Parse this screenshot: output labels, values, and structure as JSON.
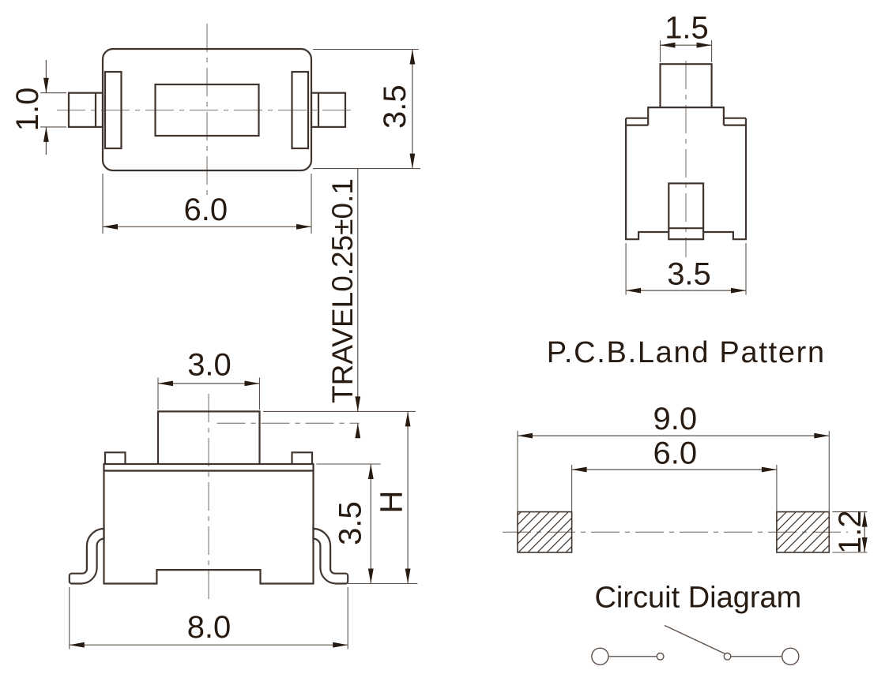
{
  "drawing_type": "tact-switch-dimensional-drawing",
  "colors": {
    "background": "#ffffff",
    "line": "#3f352e",
    "dim": "#5d5149",
    "center": "#938c86",
    "ink": "#281b12"
  },
  "views": {
    "top_view": {
      "dims": {
        "pin_width": "1.0",
        "body_width": "6.0",
        "body_height": "3.5"
      }
    },
    "front_view": {
      "dims": {
        "travel": "TRAVEL0.25±0.1",
        "button_width": "3.0",
        "body_height": "3.5",
        "total_height": "H",
        "overall_width": "8.0"
      }
    },
    "side_view": {
      "dims": {
        "button_width": "1.5",
        "body_width": "3.5"
      }
    },
    "land_pattern": {
      "title": "P.C.B.Land Pattern",
      "dims": {
        "outer_span": "9.0",
        "inner_span": "6.0",
        "pad_height": "1.2"
      }
    },
    "circuit_diagram": {
      "title": "Circuit Diagram"
    }
  }
}
